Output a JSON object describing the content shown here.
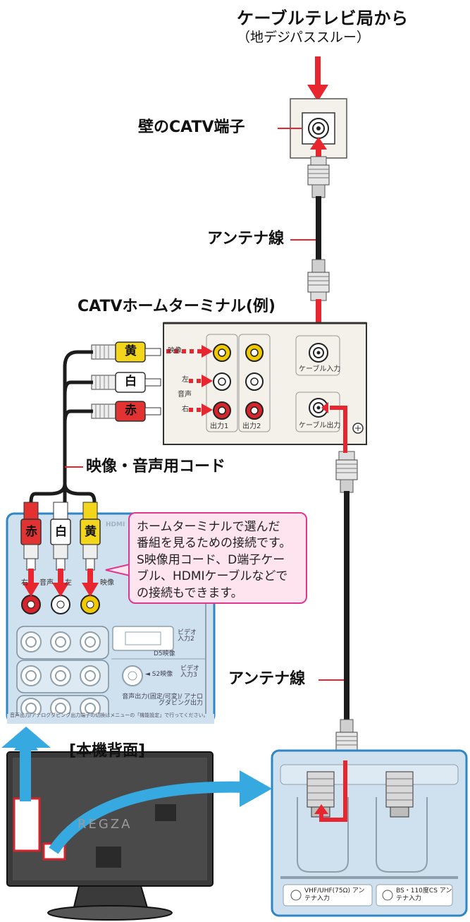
{
  "labels": {
    "source_title": "ケーブルテレビ局から",
    "source_subtitle": "（地デジパススルー）",
    "wall_outlet": "壁のCATV端子",
    "antenna_cable_top": "アンテナ線",
    "terminal_title": "CATVホームターミナル(例)",
    "video_audio_cord": "映像・音声用コード",
    "antenna_cable_bottom": "アンテナ線",
    "tv_back": "[本機背面]",
    "brand": "REGZA"
  },
  "terminal": {
    "video": "映像",
    "left": "左",
    "audio": "音声",
    "right": "右",
    "output1": "出力1",
    "output2": "出力2",
    "cable_in": "ケーブル入力",
    "cable_out": "ケーブル出力"
  },
  "plugs": {
    "yellow": "黄",
    "white": "白",
    "red": "赤"
  },
  "callout": {
    "lines": [
      "ホームターミナルで選んだ",
      "番組を見るための接続です。",
      "S映像用コード、D端子ケー",
      "ブル、HDMIケーブルなどで",
      "の接続もできます。"
    ]
  },
  "tv_panel": {
    "hdmi": "HDMI",
    "jack_right": "右",
    "jack_audio": "音声",
    "jack_left": "左",
    "jack_video": "映像",
    "video_in2": "ビデオ 入力2",
    "d5": "D5映像",
    "s2": "◄ S2映像",
    "video_in3": "ビデオ 入力3",
    "audio_out": "音声出力(固定/可変)/ アナログダビング出力",
    "footnote": "音声出力/アナログダビング出力端子の切換はメニューの「機能設定」で行ってください。"
  },
  "antenna_panel": {
    "vhf": "VHF/UHF(75Ω) アンテナ入力",
    "bs": "BS・110度CS アンテナ入力"
  },
  "colors": {
    "arrow_red": "#e8262f",
    "panel_blue": "#cfe0ee",
    "panel_border": "#2f86c4",
    "big_arrow": "#36a9e1",
    "callout_fill": "#fde4ef",
    "callout_border": "#e0378f"
  }
}
